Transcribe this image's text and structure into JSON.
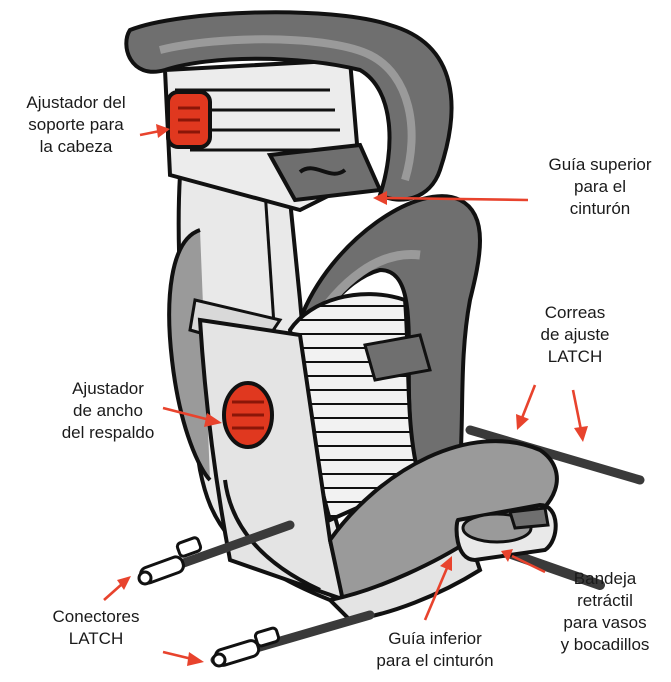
{
  "labels": {
    "headrest_adjuster": [
      "Ajustador del",
      "soporte para",
      "la cabeza"
    ],
    "upper_belt_guide": [
      "Guía superior",
      "para el",
      "cinturón"
    ],
    "latch_straps": [
      "Correas",
      "de ajuste",
      "LATCH"
    ],
    "backrest_width_adjuster": [
      "Ajustador",
      "de ancho",
      "del respaldo"
    ],
    "cup_tray": [
      "Bandeja",
      "retráctil",
      "para vasos",
      "y bocadillos"
    ],
    "latch_connectors": [
      "Conectores",
      "LATCH"
    ],
    "lower_belt_guide": [
      "Guía inferior",
      "para el cinturón"
    ]
  },
  "colors": {
    "arrow": "#e8432d",
    "outline": "#111111",
    "cushion_dark": "#6f6f6f",
    "cushion_mid": "#9a9a9a",
    "shell_light": "#e9e9e9",
    "adjuster_red": "#e0381f"
  }
}
